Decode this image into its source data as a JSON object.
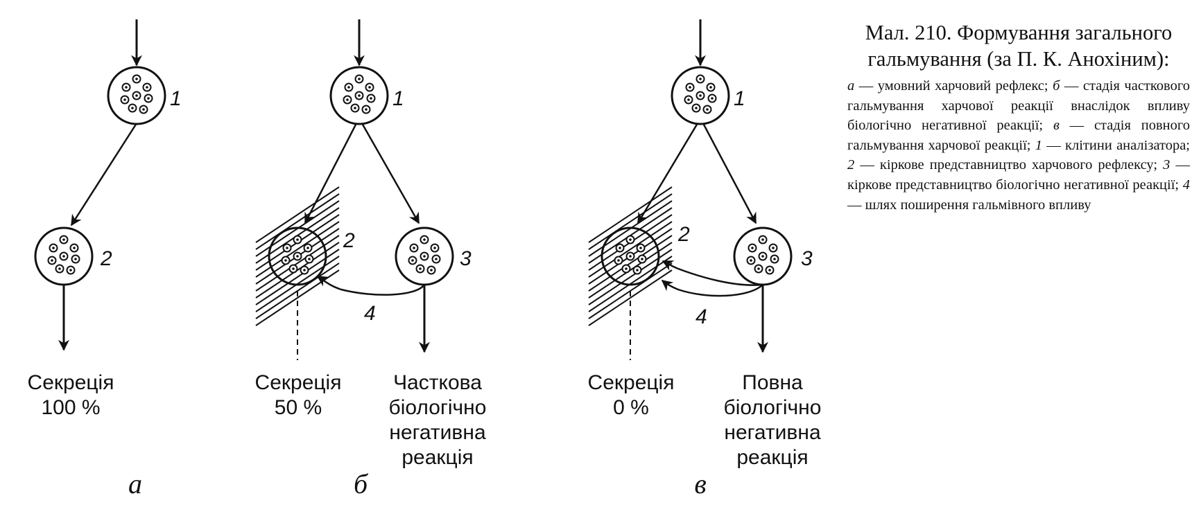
{
  "diagram": {
    "panels": [
      {
        "letter": "а",
        "secretion_title": "Секреція",
        "secretion_value": "100 %"
      },
      {
        "letter": "б",
        "secretion_title": "Секреція",
        "secretion_value": "50 %",
        "reaction_lines": [
          "Часткова",
          "біологічно",
          "негативна",
          "реакція"
        ]
      },
      {
        "letter": "в",
        "secretion_title": "Секреція",
        "secretion_value": "0 %",
        "reaction_lines": [
          "Повна",
          "біологічно",
          "негативна",
          "реакція"
        ]
      }
    ],
    "numbers": {
      "analyzer": "1",
      "food_center": "2",
      "negative_center": "3",
      "inhibition_path": "4"
    }
  },
  "caption": {
    "title": "Мал. 210. Формування зага­ль­ного гальмування (за П. К. Анохіним):",
    "items": [
      {
        "key": "а",
        "text": "умовний харчовий рефлекс;"
      },
      {
        "key": "б",
        "text": "стадія часткового гальмування харчової реакції внаслідок впливу біологічно негативної реакції;"
      },
      {
        "key": "в",
        "text": "стадія повного гальмування харчової реакції;"
      },
      {
        "key": "1",
        "text": "клітини аналізатора;"
      },
      {
        "key": "2",
        "text": "кіркове представництво харчового рефлексу;"
      },
      {
        "key": "3",
        "text": "кіркове представництво біологічно негативної реакції;"
      },
      {
        "key": "4",
        "text": "шлях поширення гальмівного впливу"
      }
    ],
    "dash": "—"
  }
}
